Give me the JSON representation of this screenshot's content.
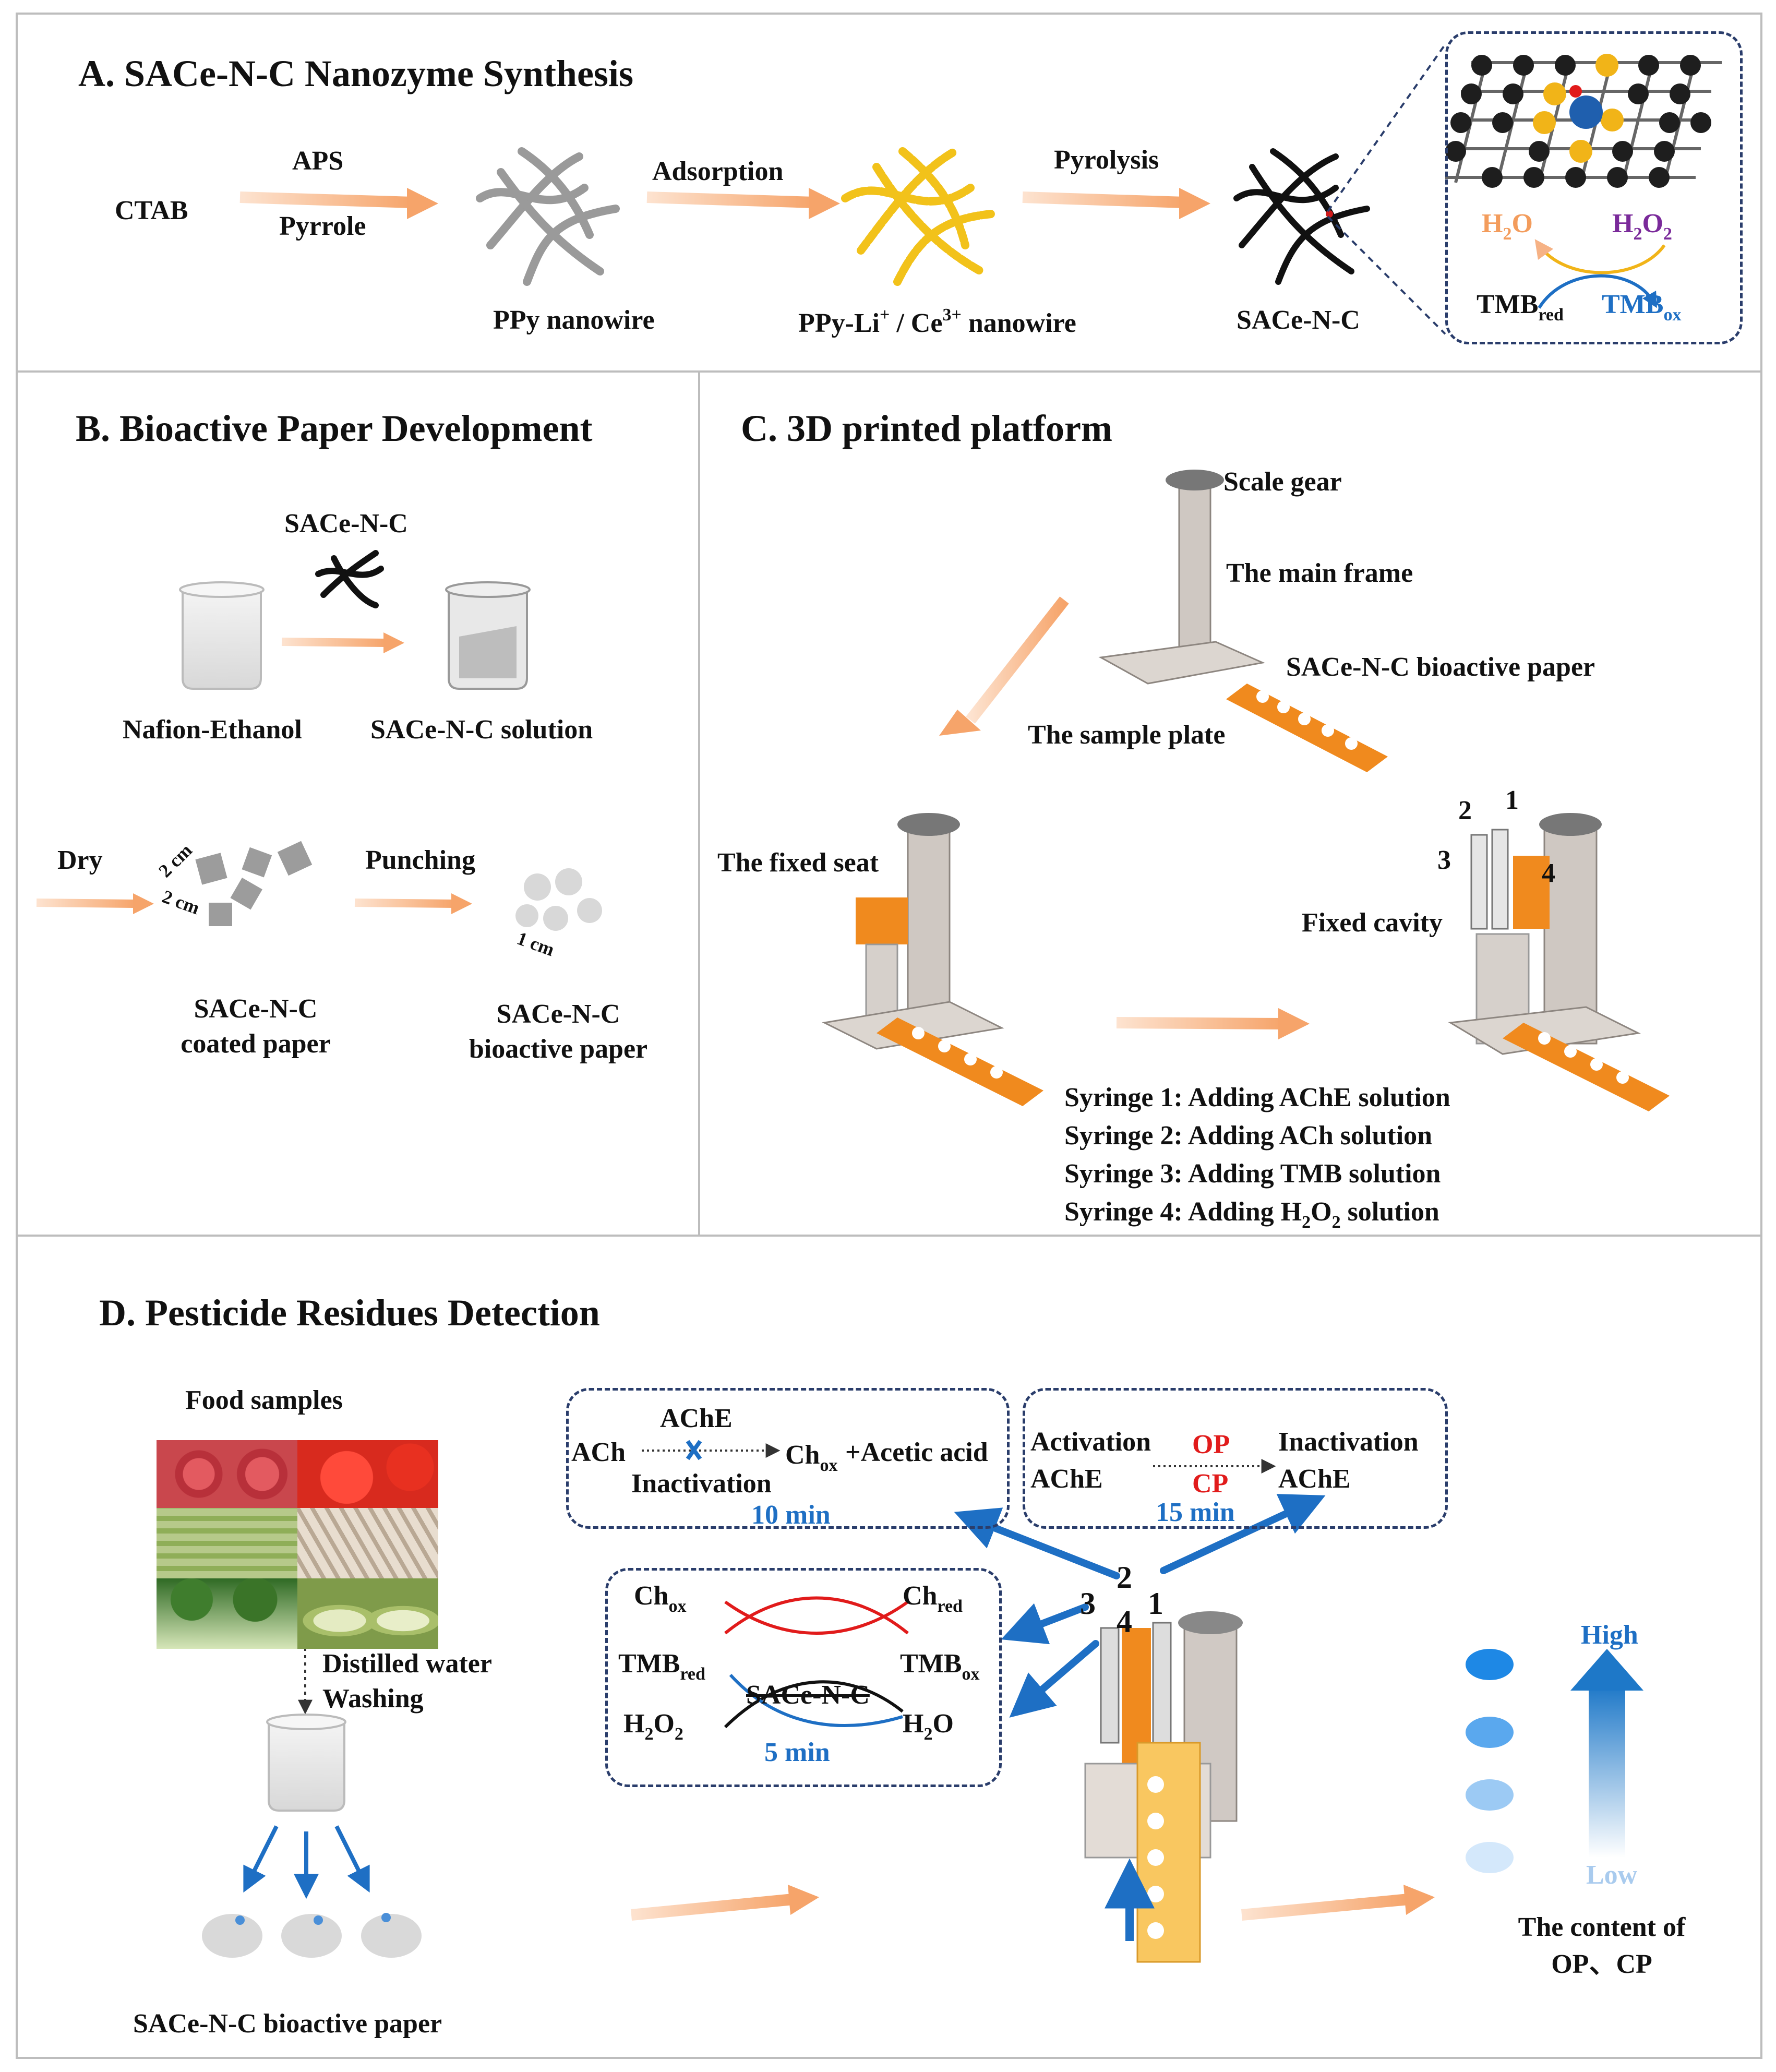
{
  "sections": {
    "a": {
      "title": "A. SACe-N-C Nanozyme Synthesis",
      "ctab": "CTAB",
      "aps": "APS",
      "pyrrole": "Pyrrole",
      "adsorption": "Adsorption",
      "pyrolysis": "Pyrolysis",
      "ppy": "PPy nanowire",
      "ppy_li_prefix": "PPy-Li",
      "ppy_li_sup1": "+",
      "ppy_li_mid": " / Ce",
      "ppy_li_sup2": "3+",
      "ppy_li_suffix": " nanowire",
      "sace": "SACe-N-C",
      "h2o_main": "H",
      "h2o_sub": "2",
      "h2o_tail": "O",
      "h2o2_main": "H",
      "h2o2_sub": "2",
      "h2o2_mid": "O",
      "h2o2_sub2": "2",
      "tmb_red_main": "TMB",
      "tmb_red_sub": "red",
      "tmb_ox_main": "TMB",
      "tmb_ox_sub": "ox"
    },
    "b": {
      "title": "B. Bioactive Paper Development",
      "sace_label": "SACe-N-C",
      "nafion": "Nafion-Ethanol",
      "solution": "SACe-N-C solution",
      "dry": "Dry",
      "punching": "Punching",
      "dim1": "2 cm",
      "dim2": "2 cm",
      "dim3": "1 cm",
      "coated_l1": "SACe-N-C",
      "coated_l2": "coated paper",
      "bio_l1": "SACe-N-C",
      "bio_l2": "bioactive paper"
    },
    "c": {
      "title": "C. 3D printed platform",
      "scale_gear": "Scale gear",
      "main_frame": "The main frame",
      "bio_paper": "SACe-N-C bioactive paper",
      "sample_plate": "The sample plate",
      "fixed_seat": "The fixed seat",
      "fixed_cavity": "Fixed cavity",
      "n1": "1",
      "n2": "2",
      "n3": "3",
      "n4": "4",
      "syr1": "Syringe 1: Adding AChE solution",
      "syr2": "Syringe 2: Adding ACh solution",
      "syr3": "Syringe 3: Adding TMB solution",
      "syr4_pre": "Syringe 4: Adding H",
      "syr4_sub1": "2",
      "syr4_mid": "O",
      "syr4_sub2": "2",
      "syr4_post": " solution"
    },
    "d": {
      "title": "D. Pesticide Residues Detection",
      "food": "Food samples",
      "washing_l1": "Distilled water",
      "washing_l2": "Washing",
      "bio_paper": "SACe-N-C bioactive paper",
      "box1": {
        "ache": "AChE",
        "ach": "ACh",
        "cho_main": "Ch",
        "cho_sub": "ox",
        "acetic": "+Acetic acid",
        "inact": "Inactivation",
        "time": "10 min"
      },
      "box2": {
        "act1": "Activation",
        "act2": "AChE",
        "op": "OP",
        "cp": "CP",
        "inact1": "Inactivation",
        "inact2": "AChE",
        "time": "15 min"
      },
      "box3": {
        "chox_main": "Ch",
        "chox_sub": "ox",
        "chred_main": "Ch",
        "chred_sub": "red",
        "tmbred_main": "TMB",
        "tmbred_sub": "red",
        "tmbox_main": "TMB",
        "tmbox_sub": "ox",
        "h2o2_main": "H",
        "h2o2_sub": "2",
        "h2o2_mid": "O",
        "h2o2_sub2": "2",
        "h2o_main": "H",
        "h2o_sub": "2",
        "h2o_tail": "O",
        "catalyst": "SACe-N-C",
        "time": "5 min"
      },
      "n1": "1",
      "n2": "2",
      "n3": "3",
      "n4": "4",
      "high": "High",
      "low": "Low",
      "content_l1": "The content of",
      "content_l2": "OP、CP"
    }
  },
  "colors": {
    "arrow_orange": "#f6b285",
    "device_orange": "#f08a1e",
    "blue": "#1e6fc4",
    "red": "#e11b1b",
    "panel_border": "#bdbdbd",
    "box_border": "#2a3d6b"
  }
}
